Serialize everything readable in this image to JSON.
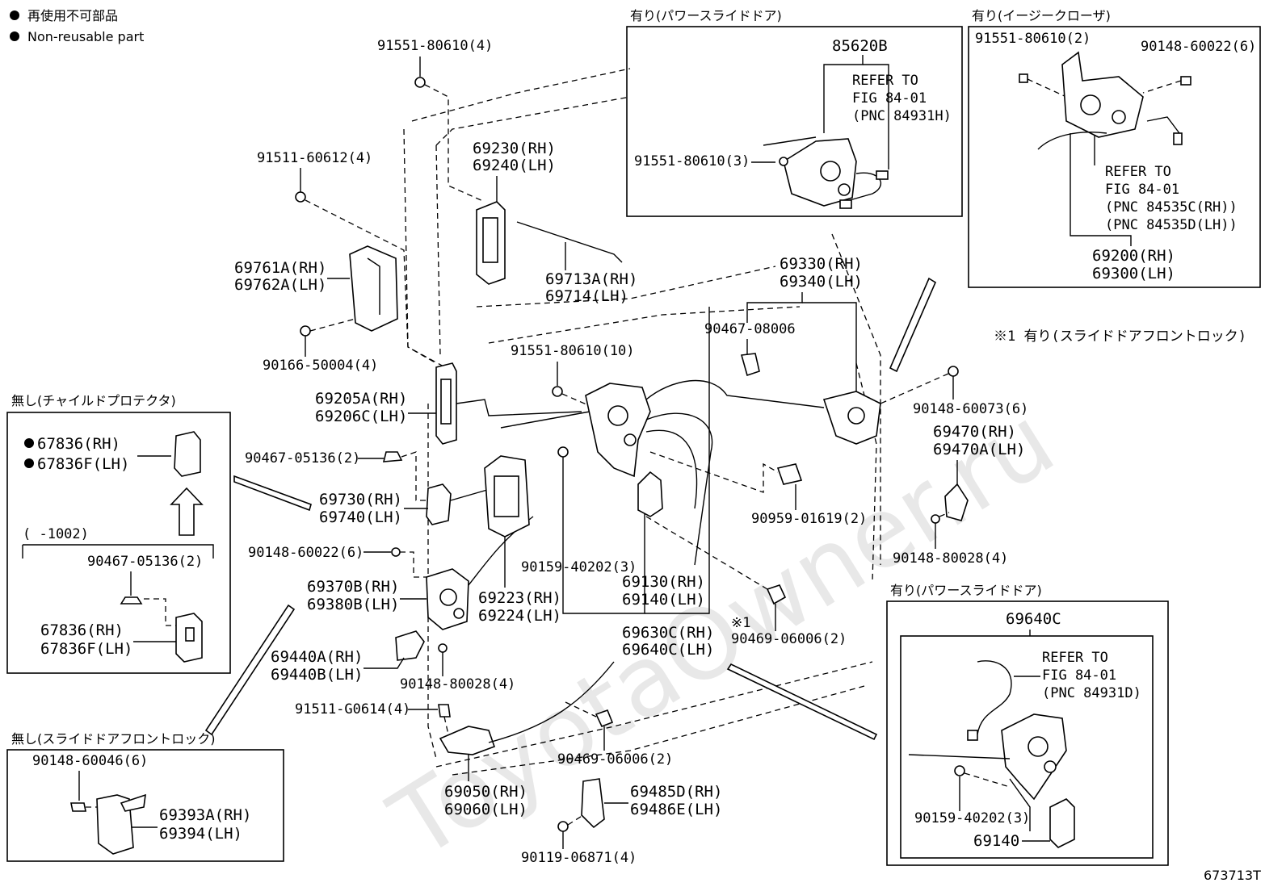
{
  "legend": {
    "jp": "再使用不可部品",
    "en": "Non-reusable part"
  },
  "diagram_code": "673713T",
  "boxes": {
    "power_slide_top": {
      "header": "有り(パワースライドドア)",
      "part": "85620B",
      "refer": [
        "REFER TO",
        "FIG 84-01",
        "(PNC 84931H)"
      ],
      "bolt": "91551-80610(3)"
    },
    "easy_closer": {
      "header": "有り(イージークローザ)",
      "bolt_a": "91551-80610(2)",
      "bolt_b": "90148-60022(6)",
      "refer": [
        "REFER TO",
        "FIG 84-01",
        "(PNC 84535C(RH))",
        "(PNC 84535D(LH))"
      ],
      "part": [
        "69200(RH)",
        "69300(LH)"
      ]
    },
    "child_protector": {
      "header": "無し(チャイルドプロテクタ)",
      "cap": [
        "67836(RH)",
        "67836F(LH)"
      ],
      "date_range": "(     -1002)",
      "screw": "90467-05136(2)",
      "knob": [
        "67836(RH)",
        "67836F(LH)"
      ]
    },
    "front_lock": {
      "header": "無し(スライドドアフロントロック)",
      "bolt": "90148-60046(6)",
      "part": [
        "69393A(RH)",
        "69394(LH)"
      ]
    },
    "power_slide_bottom": {
      "header": "有り(パワースライドドア)",
      "part": "69640C",
      "refer": [
        "REFER TO",
        "FIG 84-01",
        "(PNC 84931D)"
      ],
      "bolt": "90159-40202(3)",
      "motor": "69140"
    }
  },
  "note_front_lock": "※1 有り(スライドドアフロントロック)",
  "note_mark": "※1",
  "labels": {
    "b1": "91551-80610(4)",
    "b2": "91511-60612(4)",
    "handle": [
      "69230(RH)",
      "69240(LH)"
    ],
    "rod": [
      "69713A(RH)",
      "69714(LH)"
    ],
    "cover": [
      "69761A(RH)",
      "69762A(LH)"
    ],
    "b3": "90166-50004(4)",
    "b4": "91551-80610(10)",
    "inner_handle": [
      "69205A(RH)",
      "69206C(LH)"
    ],
    "screw": "90467-05136(2)",
    "lever": [
      "69730(RH)",
      "69740(LH)"
    ],
    "b5": "90148-60022(6)",
    "rear_lock": [
      "69370B(RH)",
      "69380B(LH)"
    ],
    "striker": [
      "69440A(RH)",
      "69440B(LH)"
    ],
    "b6": "90148-80028(4)",
    "b7": "91511-G0614(4)",
    "front_lock": [
      "69050(RH)",
      "69060(LH)"
    ],
    "clip1": "90469-06006(2)",
    "guide": [
      "69485D(RH)",
      "69486E(LH)"
    ],
    "b8": "90119-06871(4)",
    "remote": [
      "69223(RH)",
      "69224(LH)"
    ],
    "b9": "90159-40202(3)",
    "motor": [
      "69130(RH)",
      "69140(LH)"
    ],
    "cable": [
      "69630C(RH)",
      "69640C(LH)"
    ],
    "clip2": "90469-06006(2)",
    "clip3": "90959-01619(2)",
    "clip4": "90467-08006",
    "main_lock": [
      "69330(RH)",
      "69340(LH)"
    ],
    "b10": "90148-60073(6)",
    "front_striker": [
      "69470(RH)",
      "69470A(LH)"
    ],
    "b11": "90148-80028(4)"
  }
}
